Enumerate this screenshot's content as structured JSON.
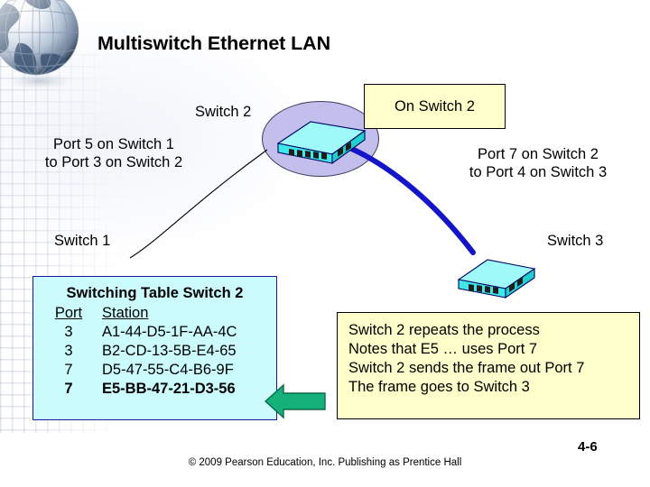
{
  "slide": {
    "title": "Multiswitch Ethernet LAN",
    "page_number": "4-6",
    "copyright": "© 2009 Pearson Education, Inc.  Publishing as Prentice Hall"
  },
  "labels": {
    "switch2": "Switch 2",
    "switch1": "Switch 1",
    "switch3": "Switch 3",
    "trunk_left_line1": "Port 5 on Switch 1",
    "trunk_left_line2": "to Port 3 on Switch 2",
    "trunk_right_line1": "Port 7 on Switch 2",
    "trunk_right_line2": "to Port 4 on Switch 3"
  },
  "callouts": {
    "on_switch2": "On Switch 2",
    "process": [
      "Switch 2 repeats the process",
      "Notes that E5 … uses Port 7",
      "Switch 2 sends the frame out Port 7",
      "The frame goes to Switch 3"
    ]
  },
  "switching_table": {
    "title": "Switching Table Switch 2",
    "columns": [
      "Port",
      "Station"
    ],
    "rows": [
      {
        "port": "3",
        "station": "A1-44-D5-1F-AA-4C",
        "highlight": false
      },
      {
        "port": "3",
        "station": "B2-CD-13-5B-E4-65",
        "highlight": false
      },
      {
        "port": "7",
        "station": "D5-47-55-C4-B6-9F",
        "highlight": false
      },
      {
        "port": "7",
        "station": "E5-BB-47-21-D3-56",
        "highlight": true
      }
    ]
  },
  "icons": {
    "globe": "globe-icon",
    "switch2_device": "network-switch-icon",
    "switch3_device": "network-switch-icon",
    "highlight_ellipse": "highlight-ellipse-shape",
    "trunk_cable_blue": "blue-trunk-cable",
    "trunk_cable_thin": "thin-trunk-line",
    "table_pointer": "green-left-arrow-icon"
  },
  "colors": {
    "switch_body": "#5ff2f2",
    "switch_top": "#8ef7f7",
    "ellipse_fill": "#c3bfec",
    "callout_fill": "#ffffcc",
    "table_fill": "#ccfbfd",
    "table_border": "#19199c",
    "cable_blue": "#1414c8",
    "arrow_green": "#16b17a"
  }
}
